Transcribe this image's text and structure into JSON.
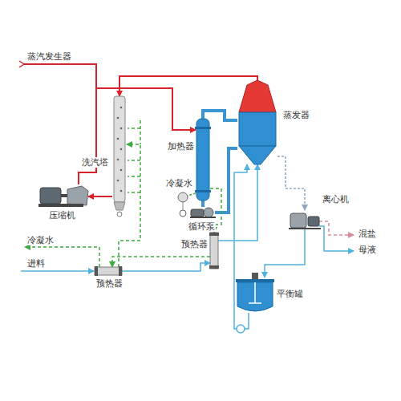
{
  "diagram": {
    "nodes": [
      {
        "text": [
          "洗汽塔"
        ]
      },
      {
        "text": [
          "压缩机"
        ]
      },
      {
        "text": [
          "加热器"
        ]
      },
      {
        "text": [
          "蒸发器"
        ]
      },
      {
        "text": [
          "循环泵"
        ]
      },
      {
        "text": [
          "预热器"
        ]
      },
      {
        "text": [
          "预热器"
        ]
      },
      {
        "text": [
          "离心机"
        ]
      },
      {
        "text": [
          "平衡罐"
        ]
      }
    ],
    "edges": [
      {
        "from": 3,
        "to": 0,
        "arrow": "to"
      },
      {
        "from": 0,
        "to": 1,
        "arrow": "to"
      },
      {
        "from": 1,
        "to": 2,
        "arrow": "to"
      },
      {
        "from": 2,
        "to": 3,
        "arrow": "none"
      },
      {
        "from": 3,
        "to": 4,
        "arrow": "none"
      },
      {
        "from": 4,
        "to": 2,
        "arrow": "none"
      },
      {
        "from": 2,
        "to": 5,
        "arrow": "to"
      },
      {
        "from": 5,
        "to": 6,
        "arrow": "to"
      },
      {
        "from": 6,
        "to": 0,
        "arrow": "to"
      },
      {
        "from": 6,
        "to": 5,
        "arrow": "to"
      },
      {
        "from": 5,
        "to": 3,
        "arrow": "to"
      },
      {
        "from": 3,
        "to": 7,
        "arrow": "to"
      },
      {
        "from": 7,
        "to": 8,
        "arrow": "to"
      },
      {
        "from": 8,
        "to": 3,
        "arrow": "to"
      }
    ],
    "labels": [
      "蒸汽发生器",
      "冷凝水",
      "冷凝水",
      "进料",
      "混盐",
      "母液"
    ]
  }
}
